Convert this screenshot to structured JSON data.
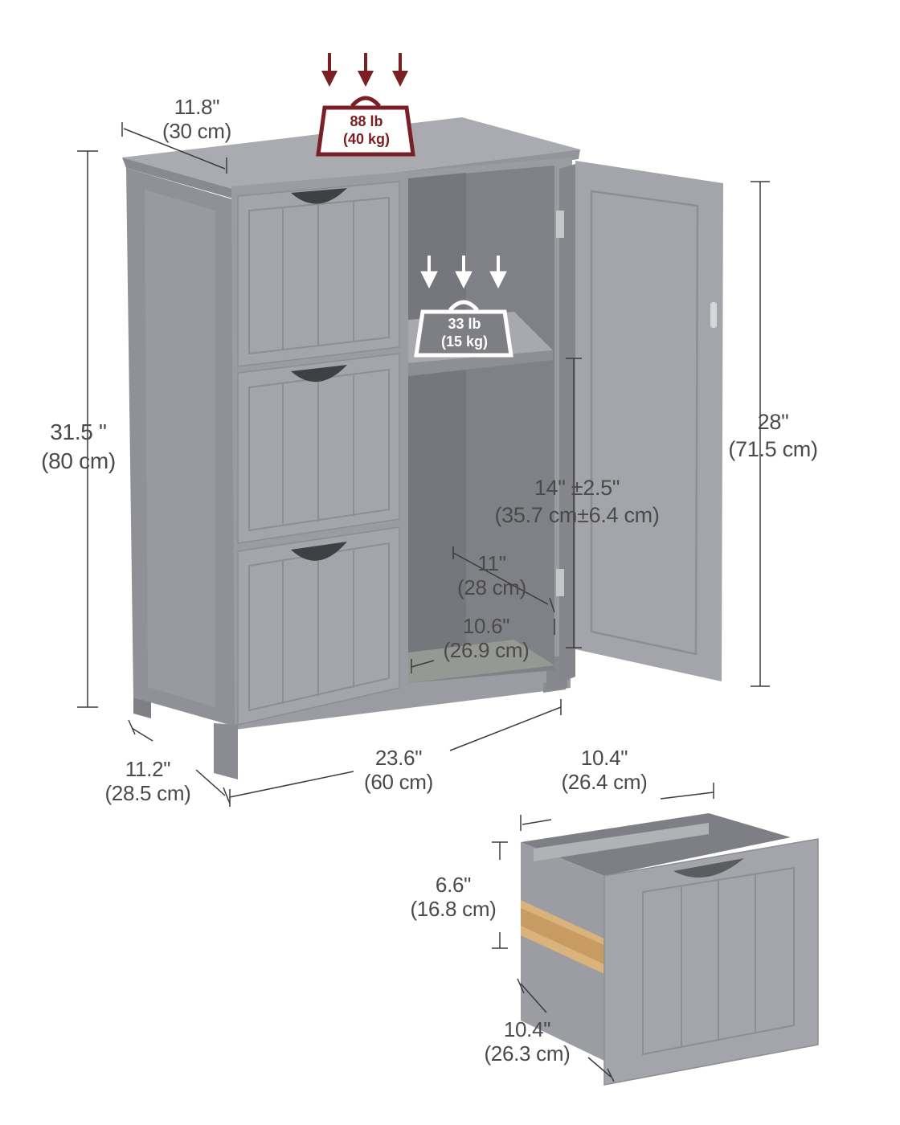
{
  "colors": {
    "cabinet": "#9a9ca1",
    "cabinet_dark": "#85878c",
    "cabinet_light": "#a9abb0",
    "interior": "#7d7f84",
    "line": "#3c3c3c",
    "maroon": "#7a1f24",
    "text": "#4a4a4a"
  },
  "icons": [
    "down-arrow-icon",
    "weight-icon"
  ],
  "load": {
    "top": {
      "lb": "88 lb",
      "kg": "(40 kg)"
    },
    "shelf": {
      "lb": "33 lb",
      "kg": "(15 kg)"
    }
  },
  "dimensions": {
    "top_depth": {
      "in": "11.8\"",
      "cm": "(30 cm)"
    },
    "height": {
      "in": "31.5 \"",
      "cm": "(80 cm)"
    },
    "door_height": {
      "in": "28\"",
      "cm": "(71.5 cm)"
    },
    "shelf_spacing": {
      "in": "14\" ±2.5\"",
      "cm": "(35.7 cm±6.4 cm)"
    },
    "inner_depth": {
      "in": "11\"",
      "cm": "(28 cm)"
    },
    "inner_width": {
      "in": "10.6\"",
      "cm": "(26.9 cm)"
    },
    "base_depth": {
      "in": "11.2\"",
      "cm": "(28.5 cm)"
    },
    "width": {
      "in": "23.6\"",
      "cm": "(60 cm)"
    },
    "drawer_width": {
      "in": "10.4\"",
      "cm": "(26.4 cm)"
    },
    "drawer_height": {
      "in": "6.6\"",
      "cm": "(16.8 cm)"
    },
    "drawer_depth": {
      "in": "10.4\"",
      "cm": "(26.3 cm)"
    }
  }
}
